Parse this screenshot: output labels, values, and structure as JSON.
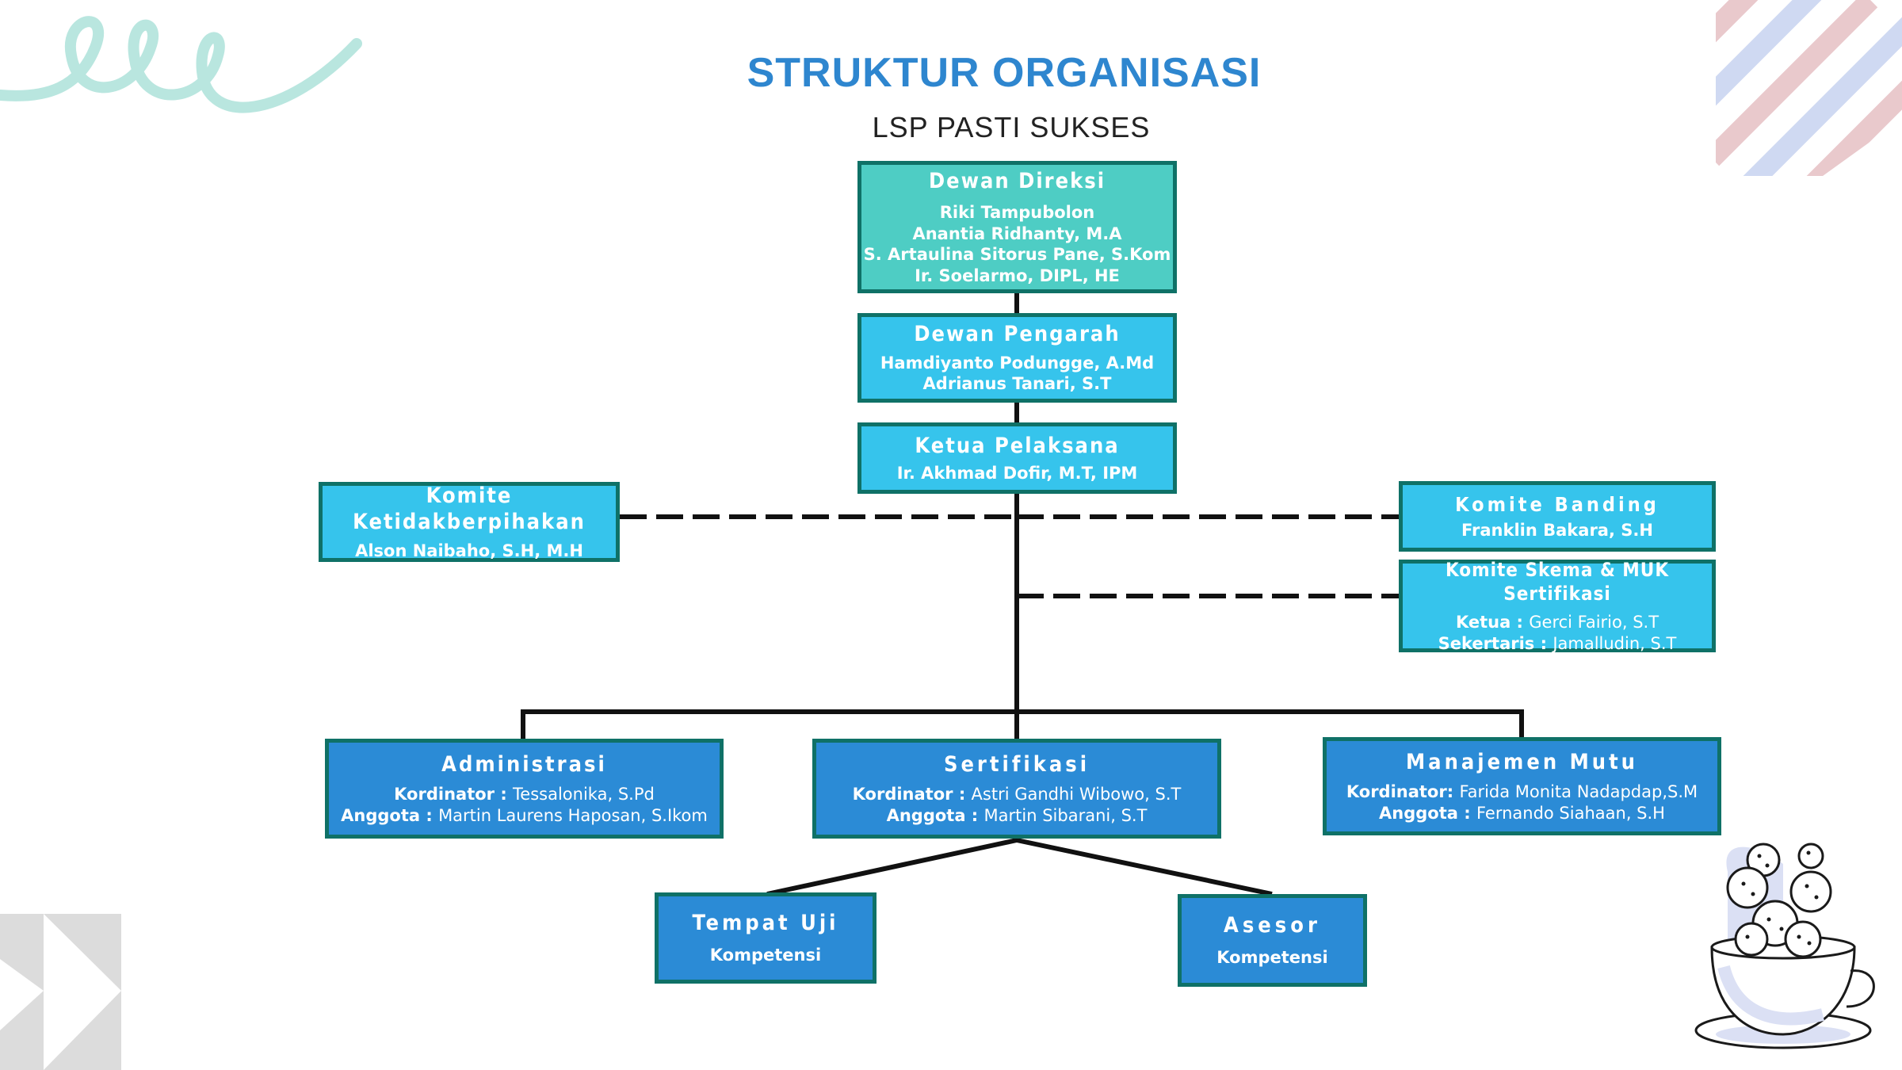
{
  "title": "STRUKTUR ORGANISASI",
  "subtitle": "LSP PASTI SUKSES",
  "dewan_direksi": {
    "title": "Dewan Direksi",
    "members": [
      "Riki Tampubolon",
      "Anantia Ridhanty, M.A",
      "S. Artaulina Sitorus Pane, S.Kom",
      "Ir. Soelarmo, DIPL, HE"
    ]
  },
  "dewan_pengarah": {
    "title": "Dewan Pengarah",
    "members": [
      "Hamdiyanto Podungge, A.Md",
      "Adrianus Tanari, S.T"
    ]
  },
  "ketua_pelaksana": {
    "title": "Ketua Pelaksana",
    "members": [
      "Ir. Akhmad Dofir, M.T, IPM"
    ]
  },
  "komite_ketidakberpihakan": {
    "title": "Komite Ketidakberpihakan",
    "members": [
      "Alson Naibaho, S.H, M.H"
    ]
  },
  "komite_banding": {
    "title": "Komite Banding",
    "members": [
      "Franklin Bakara, S.H"
    ]
  },
  "komite_skema": {
    "title": "Komite Skema & MUK Sertifikasi",
    "rows": [
      {
        "label": "Ketua :",
        "value": "Gerci Fairio, S.T"
      },
      {
        "label": "Sekertaris :",
        "value": "Jamalludin, S.T"
      }
    ]
  },
  "administrasi": {
    "title": "Administrasi",
    "rows": [
      {
        "label": "Kordinator :",
        "value": "Tessalonika, S.Pd"
      },
      {
        "label": "Anggota :",
        "value": "Martin Laurens Haposan, S.Ikom"
      }
    ]
  },
  "sertifikasi": {
    "title": "Sertifikasi",
    "rows": [
      {
        "label": "Kordinator :",
        "value": "Astri Gandhi Wibowo, S.T"
      },
      {
        "label": "Anggota :",
        "value": "Martin Sibarani, S.T"
      }
    ]
  },
  "manajemen_mutu": {
    "title": "Manajemen Mutu",
    "rows": [
      {
        "label": "Kordinator:",
        "value": "Farida Monita Nadapdap,S.M"
      },
      {
        "label": "Anggota :",
        "value": "Fernando Siahaan, S.H"
      }
    ]
  },
  "tempat_uji": {
    "title": "Tempat Uji",
    "subtitle": "Kompetensi"
  },
  "asesor": {
    "title": "Asesor",
    "subtitle": "Kompetensi"
  },
  "colors": {
    "title": "#2e86cf",
    "teal_box": "#4ecdc4",
    "cyan_box": "#36c4ec",
    "blue_box": "#2b8bd6",
    "border": "#0f7167",
    "line": "#111111"
  }
}
